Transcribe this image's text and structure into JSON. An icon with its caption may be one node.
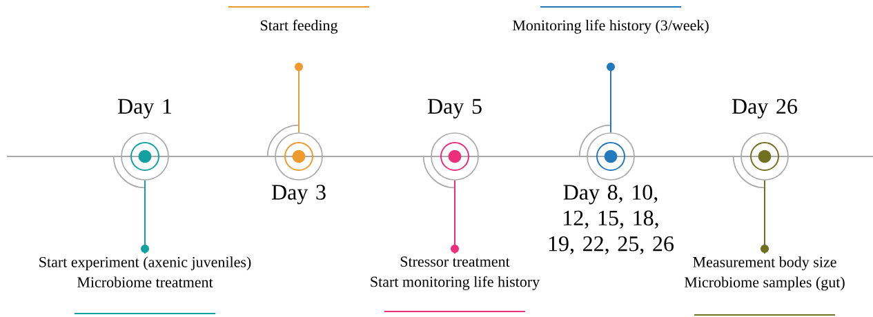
{
  "diagram": {
    "nodes": [
      {
        "text": [],
        "shape": "circle",
        "beside": [
          "Day 1"
        ]
      },
      {
        "text": [],
        "shape": "circle",
        "beside": [
          "Day 3"
        ]
      },
      {
        "text": [],
        "shape": "circle",
        "beside": [
          "Day 5"
        ]
      },
      {
        "text": [],
        "shape": "circle",
        "beside": [
          "Day 8, 10, 12, 15, 18, 19, 22, 25, 26"
        ]
      },
      {
        "text": [],
        "shape": "circle",
        "beside": [
          "Day 26"
        ]
      },
      {
        "text": [
          "Start experiment (axenic juveniles)",
          "Microbiome treatment"
        ]
      },
      {
        "text": [
          "Start feeding"
        ]
      },
      {
        "text": [
          "Stressor treatment",
          "Start monitoring life history"
        ]
      },
      {
        "text": [
          "Monitoring life history (3/week)"
        ]
      },
      {
        "text": [
          "Measurement body size",
          "Microbiome samples (gut)"
        ]
      }
    ],
    "edges": [
      {
        "from": 5,
        "to": 0,
        "arrow": "none",
        "color": "#12a0a0"
      },
      {
        "from": 6,
        "to": 1,
        "arrow": "none",
        "color": "#ef9a2d"
      },
      {
        "from": 7,
        "to": 2,
        "arrow": "none",
        "color": "#ec2f7a"
      },
      {
        "from": 8,
        "to": 3,
        "arrow": "none",
        "color": "#2378be"
      },
      {
        "from": 9,
        "to": 4,
        "arrow": "none",
        "color": "#6f7020"
      }
    ]
  }
}
